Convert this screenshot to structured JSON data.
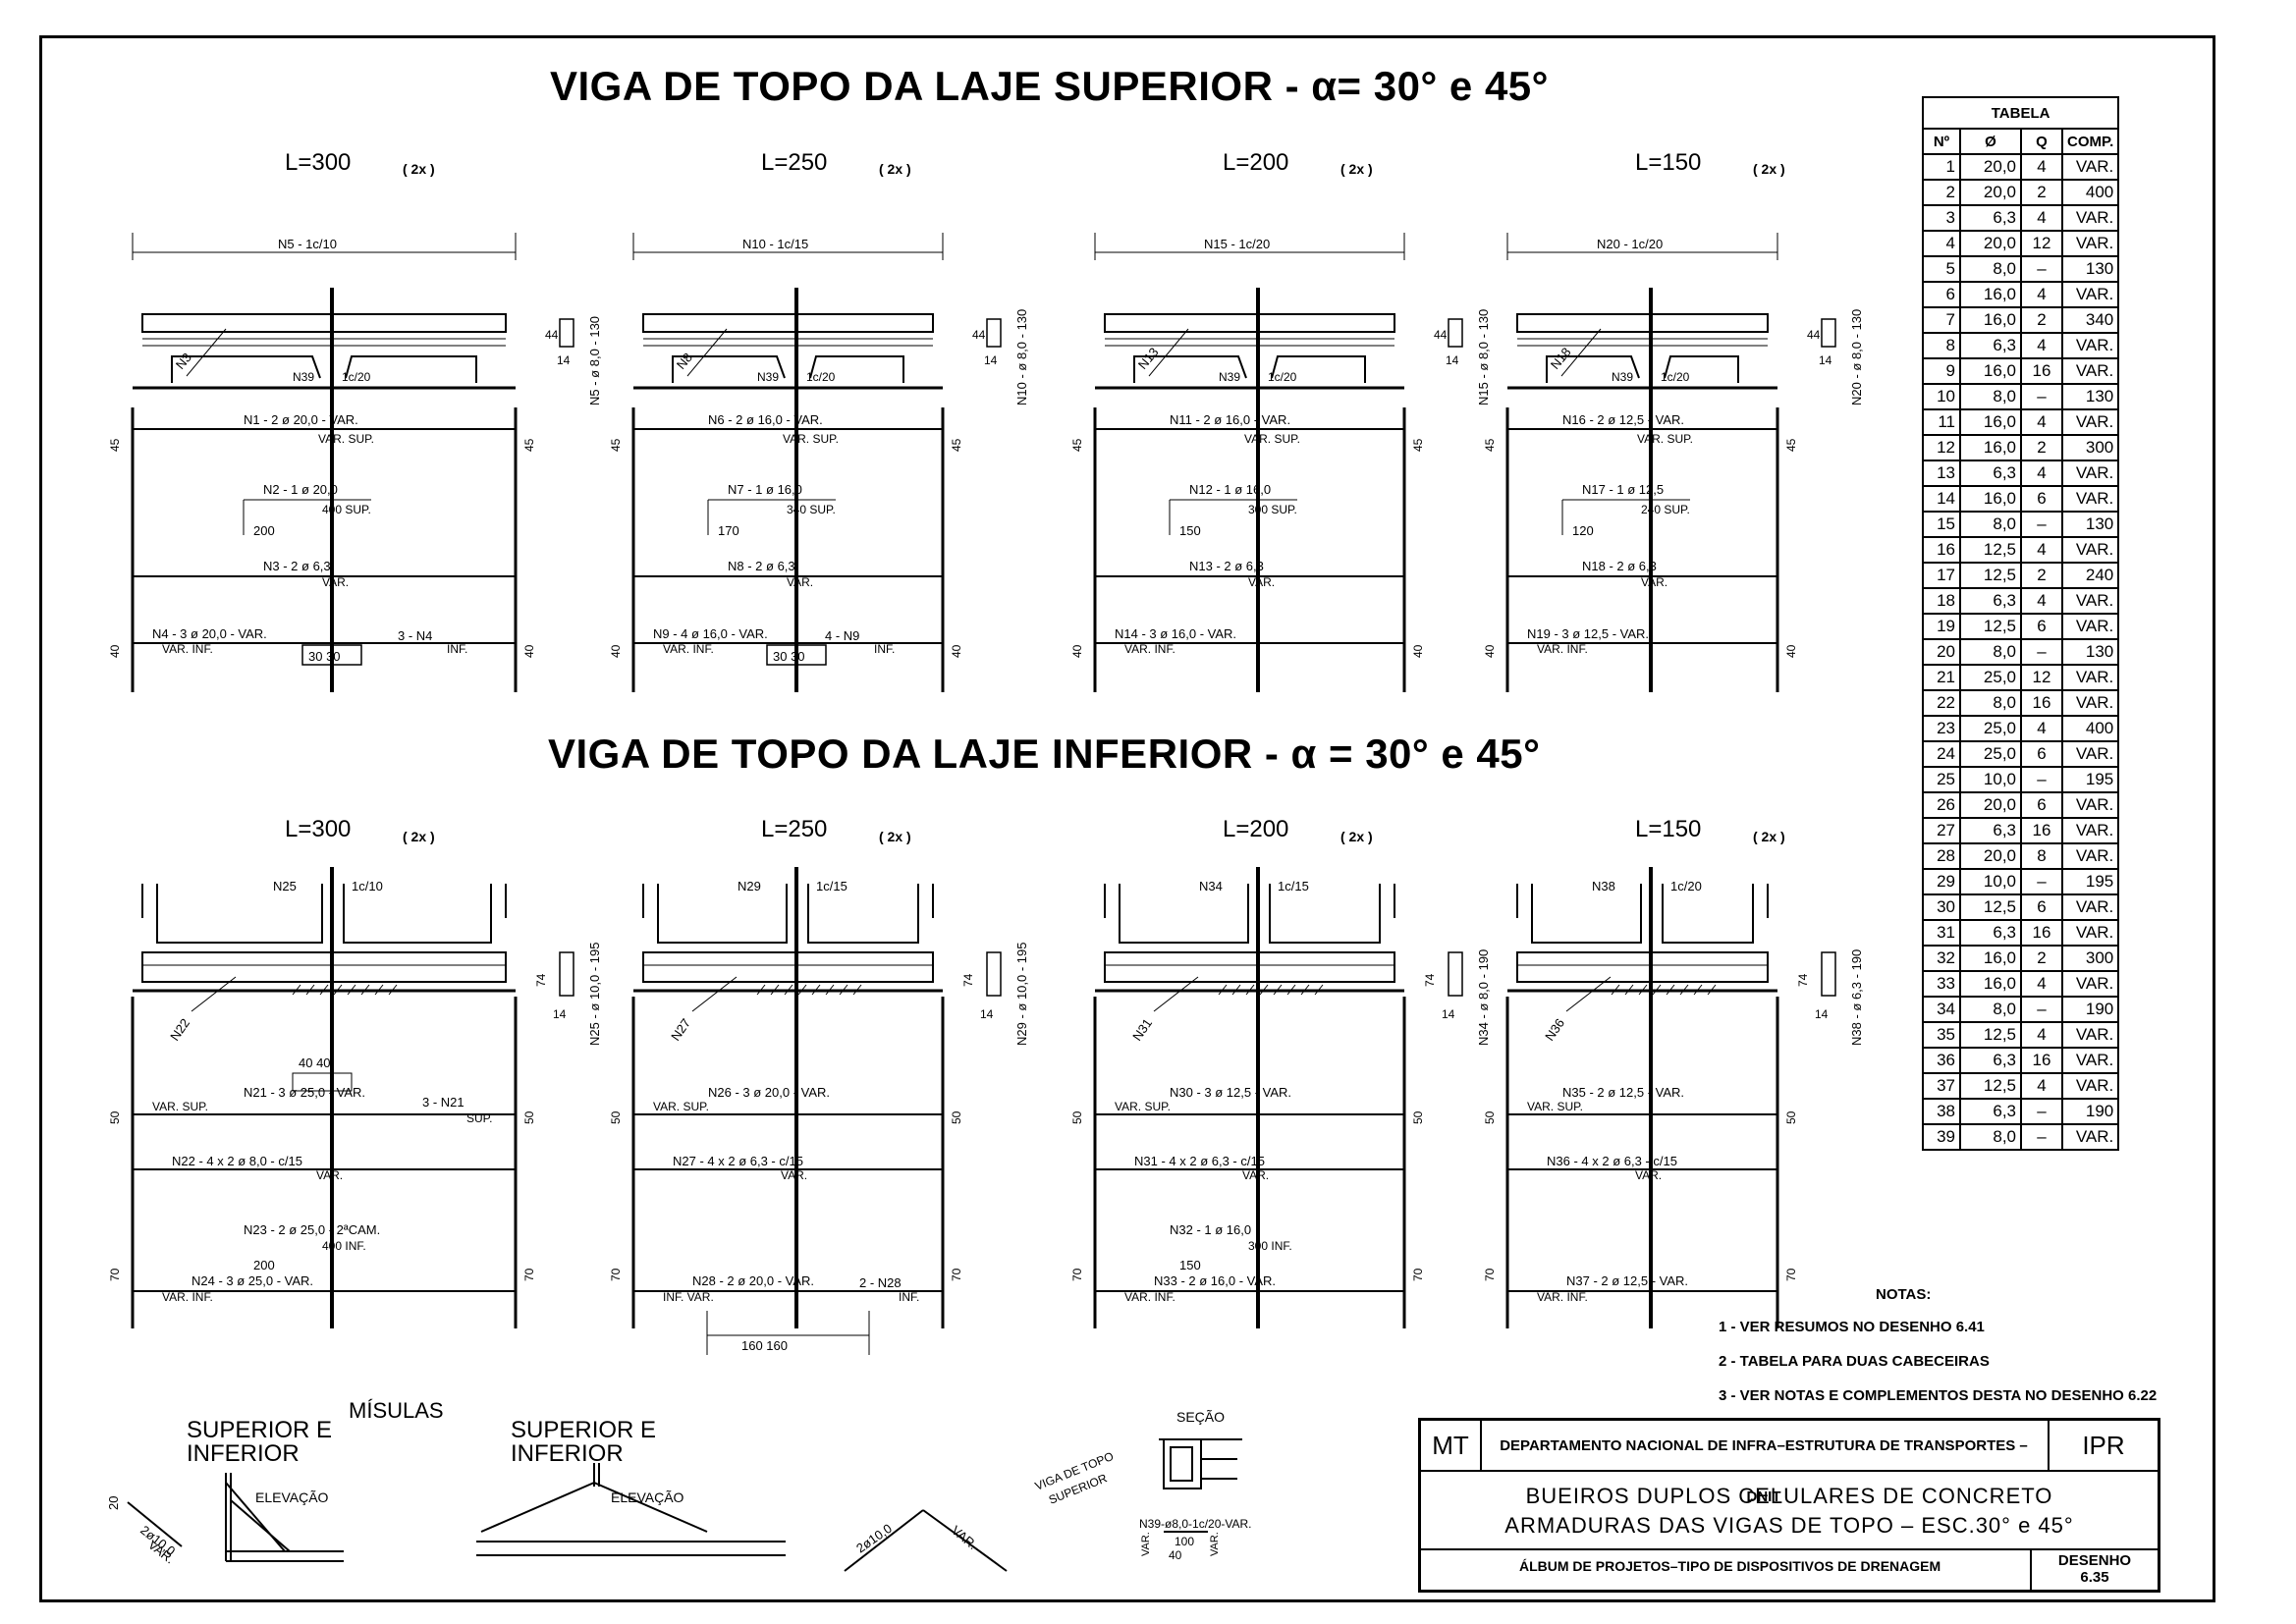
{
  "titles": {
    "top": "VIGA DE TOPO DA LAJE SUPERIOR - α= 30° e 45°",
    "bottom": "VIGA DE TOPO DA LAJE INFERIOR - α = 30° e 45°"
  },
  "top_beams": [
    {
      "L": "L=300",
      "qty": "( 2x )",
      "stirrup": "N5 - 1c/10",
      "side": "N5 - ø 8,0 - 130",
      "n_diag": "N3",
      "n39": "N39",
      "n39b": "1c/20",
      "r1": "N1 - 2 ø 20,0 - VAR.",
      "r1b": "VAR.   SUP.",
      "r2": "N2 - 1 ø 20,0",
      "r2b": "400    SUP.",
      "r2c": "200",
      "r3": "N3 - 2 ø 6,3",
      "r3b": "VAR.",
      "r4": "N4 - 3 ø 20,0 - VAR.",
      "r4b": "VAR.    INF.",
      "r4c": "3 - N4",
      "r4d": "INF.",
      "dims": "30 30"
    },
    {
      "L": "L=250",
      "qty": "( 2x )",
      "stirrup": "N10 - 1c/15",
      "side": "N10 - ø 8,0 - 130",
      "n_diag": "N8",
      "n39": "N39",
      "n39b": "1c/20",
      "r1": "N6 - 2 ø 16,0 - VAR.",
      "r1b": "VAR.   SUP.",
      "r2": "N7 - 1 ø 16,0",
      "r2b": "340    SUP.",
      "r2c": "170",
      "r3": "N8 - 2 ø 6,3",
      "r3b": "VAR.",
      "r4": "N9 - 4 ø 16,0 - VAR.",
      "r4b": "VAR.    INF.",
      "r4c": "4 - N9",
      "r4d": "INF.",
      "dims": "30 30"
    },
    {
      "L": "L=200",
      "qty": "( 2x )",
      "stirrup": "N15 - 1c/20",
      "side": "N15 - ø 8,0 - 130",
      "n_diag": "N13",
      "n39": "N39",
      "n39b": "1c/20",
      "r1": "N11 - 2 ø 16,0 - VAR.",
      "r1b": "VAR.   SUP.",
      "r2": "N12 - 1 ø 16,0",
      "r2b": "300    SUP.",
      "r2c": "150",
      "r3": "N13 - 2 ø 6,3",
      "r3b": "VAR.",
      "r4": "N14 - 3 ø 16,0 - VAR.",
      "r4b": "VAR.    INF.",
      "r4c": "",
      "r4d": "",
      "dims": ""
    },
    {
      "L": "L=150",
      "qty": "( 2x )",
      "stirrup": "N20 - 1c/20",
      "side": "N20 - ø 8,0 - 130",
      "n_diag": "N18",
      "n39": "N39",
      "n39b": "1c/20",
      "r1": "N16 - 2 ø 12,5 - VAR.",
      "r1b": "VAR.   SUP.",
      "r2": "N17 - 1 ø 12,5",
      "r2b": "240    SUP.",
      "r2c": "120",
      "r3": "N18 - 2 ø 6,3",
      "r3b": "VAR.",
      "r4": "N19 - 3 ø 12,5 - VAR.",
      "r4b": "VAR.    INF.",
      "r4c": "",
      "r4d": "",
      "dims": ""
    }
  ],
  "bottom_beams": [
    {
      "L": "L=300",
      "qty": "( 2x )",
      "stirrup": "N25",
      "stirrup2": "1c/10",
      "side": "N25 - ø 10,0 - 195",
      "n_diag": "N22",
      "r1": "N21 - 3 ø 25,0 - VAR.",
      "r1b": "VAR.   SUP.",
      "r1c": "3 - N21",
      "r1d": "SUP.",
      "r1e": "40 40",
      "r2": "N22 - 4 x 2 ø 8,0 - c/15",
      "r2b": "VAR.",
      "r3": "N23 - 2 ø 25,0 - 2ªCAM.",
      "r3b": "400    INF.",
      "r3c": "200",
      "r4": "N24 - 3 ø 25,0 - VAR.",
      "r4b": "VAR.    INF.",
      "r4c": "",
      "r4d": "",
      "dims": ""
    },
    {
      "L": "L=250",
      "qty": "( 2x )",
      "stirrup": "N29",
      "stirrup2": "1c/15",
      "side": "N29 - ø 10,0 - 195",
      "n_diag": "N27",
      "r1": "N26 - 3 ø 20,0 - VAR.",
      "r1b": "VAR.   SUP.",
      "r1c": "",
      "r1d": "",
      "r1e": "",
      "r2": "N27 - 4 x 2 ø 6,3 - c/15",
      "r2b": "VAR.",
      "r3": "",
      "r3b": "",
      "r3c": "",
      "r4": "N28 - 2 ø 20,0 - VAR.",
      "r4b": "INF.    VAR.",
      "r4c": "2 - N28",
      "r4d": "INF.",
      "dims": "160    160"
    },
    {
      "L": "L=200",
      "qty": "( 2x )",
      "stirrup": "N34",
      "stirrup2": "1c/15",
      "side": "N34 - ø 8,0 - 190",
      "n_diag": "N31",
      "r1": "N30 - 3 ø 12,5 - VAR.",
      "r1b": "VAR.   SUP.",
      "r1c": "",
      "r1d": "",
      "r1e": "",
      "r2": "N31 - 4 x 2 ø 6,3 - c/15",
      "r2b": "VAR.",
      "r3": "N32 - 1 ø 16,0",
      "r3b": "300    INF.",
      "r3c": "150",
      "r4": "N33 - 2 ø 16,0 - VAR.",
      "r4b": "VAR.    INF.",
      "r4c": "",
      "r4d": "",
      "dims": ""
    },
    {
      "L": "L=150",
      "qty": "( 2x )",
      "stirrup": "N38",
      "stirrup2": "1c/20",
      "side": "N38 - ø 6,3 - 190",
      "n_diag": "N36",
      "r1": "N35 - 2 ø 12,5 - VAR.",
      "r1b": "VAR.   SUP.",
      "r1c": "",
      "r1d": "",
      "r1e": "",
      "r2": "N36 - 4 x 2 ø 6,3 - c/15",
      "r2b": "VAR.",
      "r3": "",
      "r3b": "",
      "r3c": "",
      "r4": "N37 - 2 ø 12,5 - VAR.",
      "r4b": "VAR.    INF.",
      "r4c": "",
      "r4d": "",
      "dims": ""
    }
  ],
  "top_dims": {
    "h_left": "45",
    "h_bot": "40",
    "sec_h": "44",
    "sec_w": "14"
  },
  "bot_dims": {
    "h1": "50",
    "h2": "70",
    "sec_h": "74",
    "sec_w": "14"
  },
  "table": {
    "caption": "TABELA",
    "headers": [
      "Nº",
      "Ø",
      "Q",
      "COMP."
    ],
    "rows": [
      [
        "1",
        "20,0",
        "4",
        "VAR."
      ],
      [
        "2",
        "20,0",
        "2",
        "400"
      ],
      [
        "3",
        "6,3",
        "4",
        "VAR."
      ],
      [
        "4",
        "20,0",
        "12",
        "VAR."
      ],
      [
        "5",
        "8,0",
        "–",
        "130"
      ],
      [
        "6",
        "16,0",
        "4",
        "VAR."
      ],
      [
        "7",
        "16,0",
        "2",
        "340"
      ],
      [
        "8",
        "6,3",
        "4",
        "VAR."
      ],
      [
        "9",
        "16,0",
        "16",
        "VAR."
      ],
      [
        "10",
        "8,0",
        "–",
        "130"
      ],
      [
        "11",
        "16,0",
        "4",
        "VAR."
      ],
      [
        "12",
        "16,0",
        "2",
        "300"
      ],
      [
        "13",
        "6,3",
        "4",
        "VAR."
      ],
      [
        "14",
        "16,0",
        "6",
        "VAR."
      ],
      [
        "15",
        "8,0",
        "–",
        "130"
      ],
      [
        "16",
        "12,5",
        "4",
        "VAR."
      ],
      [
        "17",
        "12,5",
        "2",
        "240"
      ],
      [
        "18",
        "6,3",
        "4",
        "VAR."
      ],
      [
        "19",
        "12,5",
        "6",
        "VAR."
      ],
      [
        "20",
        "8,0",
        "–",
        "130"
      ],
      [
        "21",
        "25,0",
        "12",
        "VAR."
      ],
      [
        "22",
        "8,0",
        "16",
        "VAR."
      ],
      [
        "23",
        "25,0",
        "4",
        "400"
      ],
      [
        "24",
        "25,0",
        "6",
        "VAR."
      ],
      [
        "25",
        "10,0",
        "–",
        "195"
      ],
      [
        "26",
        "20,0",
        "6",
        "VAR."
      ],
      [
        "27",
        "6,3",
        "16",
        "VAR."
      ],
      [
        "28",
        "20,0",
        "8",
        "VAR."
      ],
      [
        "29",
        "10,0",
        "–",
        "195"
      ],
      [
        "30",
        "12,5",
        "6",
        "VAR."
      ],
      [
        "31",
        "6,3",
        "16",
        "VAR."
      ],
      [
        "32",
        "16,0",
        "2",
        "300"
      ],
      [
        "33",
        "16,0",
        "4",
        "VAR."
      ],
      [
        "34",
        "8,0",
        "–",
        "190"
      ],
      [
        "35",
        "12,5",
        "4",
        "VAR."
      ],
      [
        "36",
        "6,3",
        "16",
        "VAR."
      ],
      [
        "37",
        "12,5",
        "4",
        "VAR."
      ],
      [
        "38",
        "6,3",
        "–",
        "190"
      ],
      [
        "39",
        "8,0",
        "–",
        "VAR."
      ]
    ]
  },
  "notes": {
    "title": "NOTAS:",
    "items": [
      "1 - VER RESUMOS NO DESENHO 6.41",
      "2 - TABELA PARA DUAS CABECEIRAS",
      "3 - VER NOTAS E COMPLEMENTOS DESTA NO DESENHO 6.22"
    ]
  },
  "details": {
    "misulas": "MÍSULAS",
    "sup_inf_1": "SUPERIOR E",
    "sup_inf_2": "INFERIOR",
    "elevacao": "ELEVAÇÃO",
    "d1_bar": "2ø10,0",
    "d1_var": "VAR.",
    "d1_dim": "20",
    "d3_bar": "2ø10,0",
    "d3_var": "VAR.",
    "secao": "SEÇÃO",
    "viga": "VIGA DE TOPO",
    "viga2": "SUPERIOR",
    "n39": "N39-ø8,0-1c/20-VAR.",
    "n39_dim1": "100",
    "n39_dim2": "40",
    "n39_var": "VAR."
  },
  "title_block": {
    "mt": "MT",
    "dept": "DEPARTAMENTO  NACIONAL  DE  INFRA–ESTRUTURA  DE  TRANSPORTES  –  DNIT",
    "ipr": "IPR",
    "line1": "BUEIROS  DUPLOS  CELULARES  DE  CONCRETO",
    "line2": "ARMADURAS  DAS  VIGAS  DE  TOPO  –  ESC.30°  e  45°",
    "album": "ÁLBUM  DE  PROJETOS–TIPO  DE  DISPOSITIVOS  DE  DRENAGEM",
    "des_label": "DESENHO",
    "des_num": "6.35"
  }
}
